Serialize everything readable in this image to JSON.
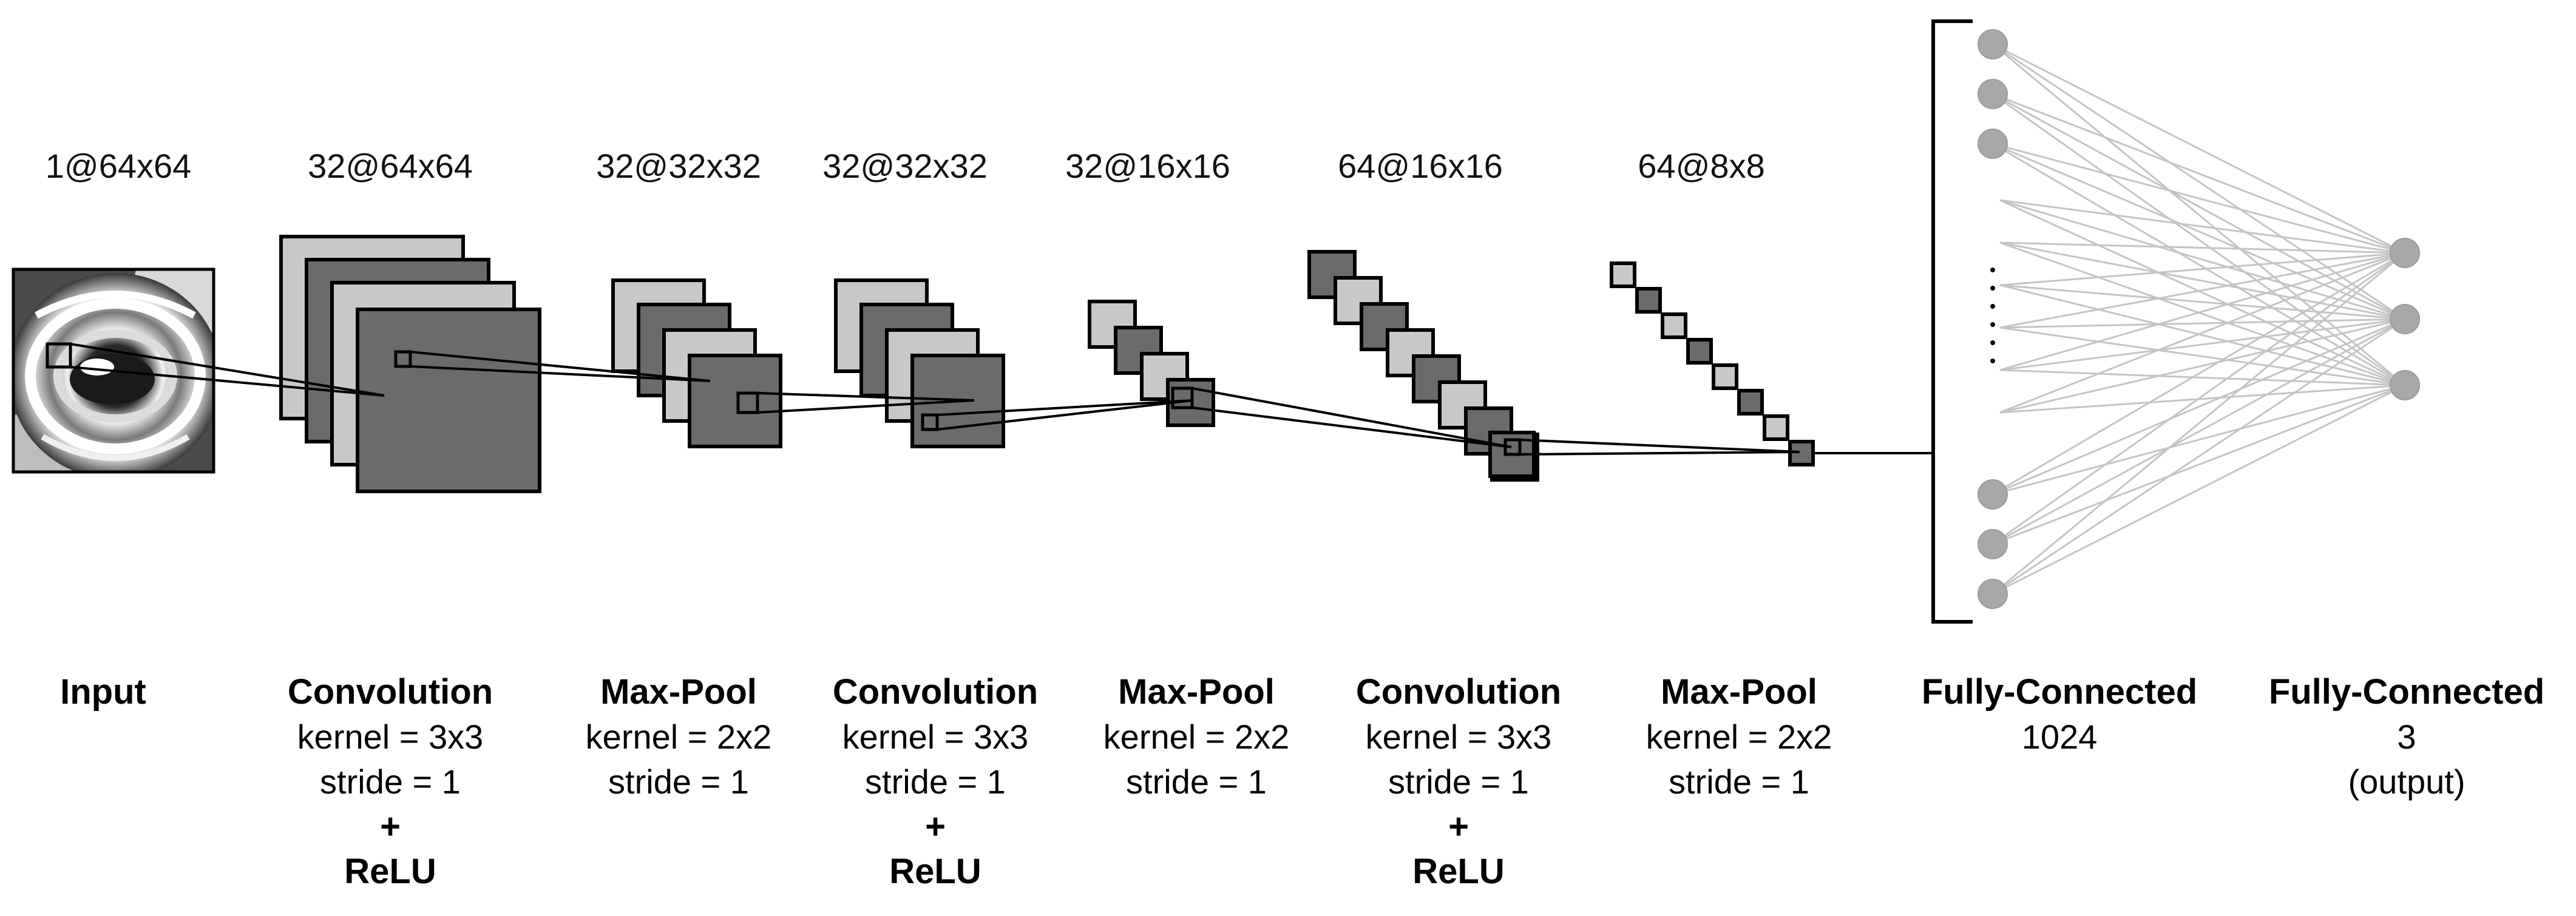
{
  "diagram": {
    "dims": [
      "1@64x64",
      "32@64x64",
      "32@32x32",
      "32@32x32",
      "32@16x16",
      "64@16x16",
      "64@8x8"
    ],
    "layers": [
      {
        "title": "Input",
        "lines": [],
        "plus": "",
        "activation": ""
      },
      {
        "title": "Convolution",
        "lines": [
          "kernel = 3x3",
          "stride = 1"
        ],
        "plus": "+",
        "activation": "ReLU"
      },
      {
        "title": "Max-Pool",
        "lines": [
          "kernel = 2x2",
          "stride = 1"
        ],
        "plus": "",
        "activation": ""
      },
      {
        "title": "Convolution",
        "lines": [
          "kernel = 3x3",
          "stride = 1"
        ],
        "plus": "+",
        "activation": "ReLU"
      },
      {
        "title": "Max-Pool",
        "lines": [
          "kernel = 2x2",
          "stride = 1"
        ],
        "plus": "",
        "activation": ""
      },
      {
        "title": "Convolution",
        "lines": [
          "kernel = 3x3",
          "stride = 1"
        ],
        "plus": "+",
        "activation": "ReLU"
      },
      {
        "title": "Max-Pool",
        "lines": [
          "kernel = 2x2",
          "stride = 1"
        ],
        "plus": "",
        "activation": ""
      },
      {
        "title": "Fully-Connected",
        "lines": [
          "1024"
        ],
        "plus": "",
        "activation": ""
      },
      {
        "title": "Fully-Connected",
        "lines": [
          "3",
          "(output)"
        ],
        "plus": "",
        "activation": ""
      }
    ]
  },
  "colors": {
    "light_map": "#c8c8c8",
    "dark_map": "#6b6b6b",
    "fc_node": "#a8a8a8",
    "fc_edge": "#c4c4c4"
  }
}
